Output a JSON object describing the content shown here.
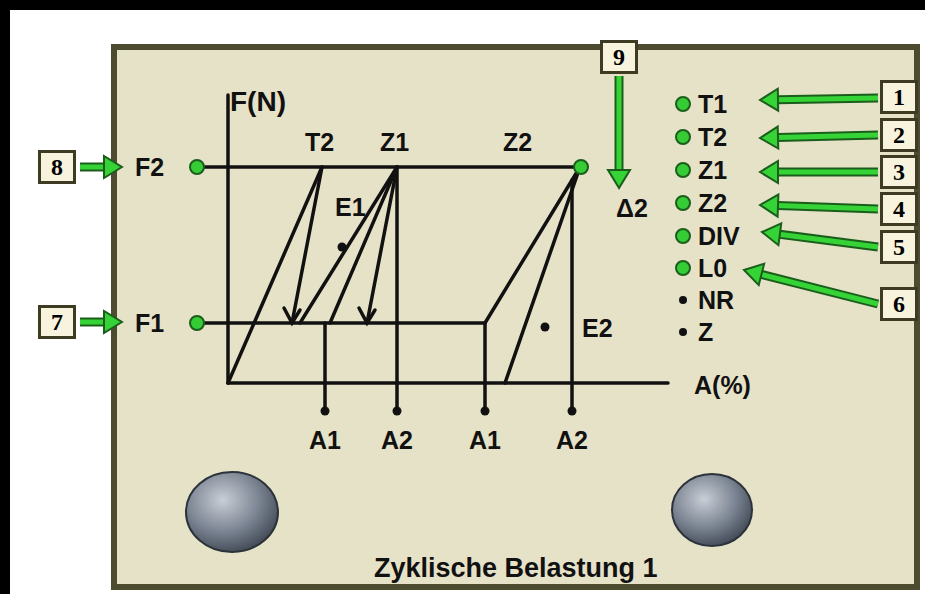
{
  "diagram": {
    "nodes": [
      {
        "text": [
          "9"
        ]
      },
      {
        "text": [
          "1"
        ]
      },
      {
        "text": [
          "2"
        ]
      },
      {
        "text": [
          "8"
        ]
      },
      {
        "text": [
          "3"
        ]
      },
      {
        "text": [
          "4"
        ]
      },
      {
        "text": [
          "5"
        ]
      },
      {
        "text": [
          "6"
        ]
      },
      {
        "text": [
          "7"
        ]
      }
    ],
    "labels": [
      "F(N)",
      "T2",
      "Z1",
      "Z2",
      "E1",
      "E2",
      "F2",
      "F1",
      "Δ2",
      "A(%)",
      "A1",
      "A2",
      "A1",
      "A2",
      "T1",
      "T2",
      "Z1",
      "Z2",
      "DIV",
      "L0",
      "NR",
      "Z",
      "Zyklische Belastung 1"
    ]
  }
}
